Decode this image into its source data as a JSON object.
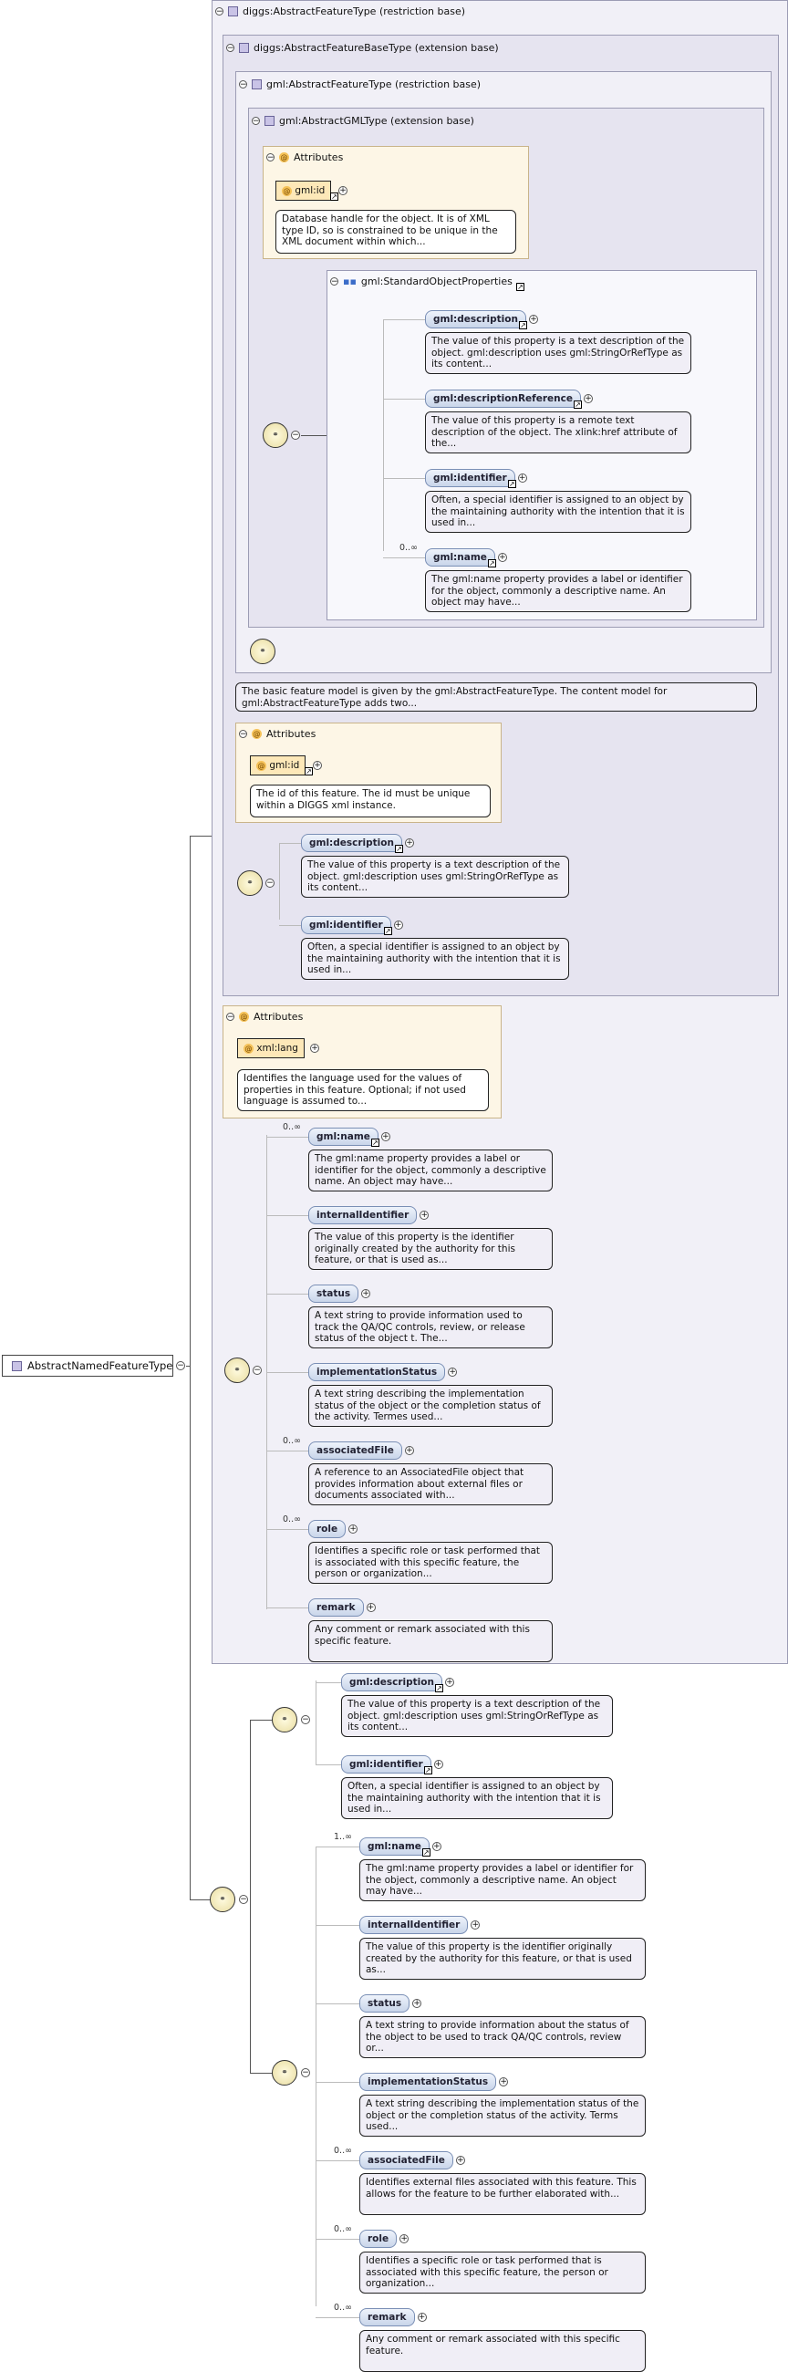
{
  "root": {
    "label": "AbstractNamedFeatureType"
  },
  "boxes": {
    "diggs_abstract_feature": "diggs:AbstractFeatureType (restriction base)",
    "diggs_abstract_feature_base": "diggs:AbstractFeatureBaseType (extension base)",
    "gml_abstract_feature": "gml:AbstractFeatureType (restriction base)",
    "gml_abstract_gml": "gml:AbstractGMLType (extension base)",
    "std_props": "gml:StandardObjectProperties",
    "attributes": "Attributes"
  },
  "gml_attrs": {
    "id": "gml:id",
    "id_desc": "Database handle for the object. It is of XML type ID, so is constrained to be unique in the XML document within which..."
  },
  "std_elems": [
    {
      "name": "gml:description",
      "desc": "The value of this property is a text description of the object. gml:description uses gml:StringOrRefType as its content..."
    },
    {
      "name": "gml:descriptionReference",
      "desc": "The value of this property is a remote text description of the object. The xlink:href attribute of the..."
    },
    {
      "name": "gml:identifier",
      "desc": "Often, a special identifier is assigned to an object by the maintaining authority with the intention that it is used in..."
    },
    {
      "name": "gml:name",
      "card": "0..∞",
      "desc": "The gml:name property provides a label or identifier for the object, commonly a descriptive name. An object may have..."
    }
  ],
  "feature_note": "The basic feature model is given by the gml:AbstractFeatureType. The content model for gml:AbstractFeatureType adds two...",
  "diggs_base_attrs": {
    "id": "gml:id",
    "id_desc": "The id of this feature. The id must be unique within a DIGGS xml instance."
  },
  "diggs_base_elems": [
    {
      "name": "gml:description",
      "desc": "The value of this property is a text description of the object. gml:description uses gml:StringOrRefType as its content..."
    },
    {
      "name": "gml:identifier",
      "desc": "Often, a special identifier is assigned to an object by the maintaining authority with the intention that it is used in..."
    }
  ],
  "diggs_attrs": {
    "lang": "xml:lang",
    "lang_desc": "Identifies the language used for the values of properties in this feature. Optional; if not used language is assumed to..."
  },
  "diggs_elems": [
    {
      "name": "gml:name",
      "card": "0..∞",
      "desc": "The gml:name property provides a label or identifier for the object, commonly a descriptive name. An object may have..."
    },
    {
      "name": "internalIdentifier",
      "desc": "The value of this property is the identifier originally created by the authority for this feature, or that is used as..."
    },
    {
      "name": "status",
      "desc": "A text string to provide information used to track the QA/QC controls, review, or release status of the object t. The..."
    },
    {
      "name": "implementationStatus",
      "desc": "A text string describing the implementation status of the object or the completion status of the activity. Termes used..."
    },
    {
      "name": "associatedFile",
      "card": "0..∞",
      "desc": "A reference to an AssociatedFile object that provides information about external files or documents associated with..."
    },
    {
      "name": "role",
      "card": "0..∞",
      "desc": "Identifies a specific role or task performed that is associated with this specific feature, the person or organization..."
    },
    {
      "name": "remark",
      "desc": "Any comment or remark associated with this specific feature."
    }
  ],
  "outer_elems_a": [
    {
      "name": "gml:description",
      "desc": "The value of this property is a text description of the object. gml:description uses gml:StringOrRefType as its content..."
    },
    {
      "name": "gml:identifier",
      "desc": "Often, a special identifier is assigned to an object by the maintaining authority with the intention that it is used in..."
    }
  ],
  "outer_elems_b": [
    {
      "name": "gml:name",
      "card": "1..∞",
      "desc": "The gml:name property provides a label or identifier for the object, commonly a descriptive name. An object may have..."
    },
    {
      "name": "internalIdentifier",
      "desc": "The value of this property is the identifier originally created by the authority for this feature, or that is used as..."
    },
    {
      "name": "status",
      "desc": "A text string to provide information about the status of the object to be used to track QA/QC controls, review or..."
    },
    {
      "name": "implementationStatus",
      "desc": "A text string describing the implementation status of the object or the completion status of the activity. Terms used..."
    },
    {
      "name": "associatedFile",
      "card": "0..∞",
      "desc": "Identifies external files associated with this feature. This allows for the feature to be further elaborated with..."
    },
    {
      "name": "role",
      "card": "0..∞",
      "desc": "Identifies a specific role or task performed that is associated with this specific feature, the person or organization..."
    },
    {
      "name": "remark",
      "card": "0..∞",
      "desc": "Any comment or remark associated with this specific feature."
    }
  ],
  "icons": {
    "sequence": "sequence-compositor-icon",
    "attribute": "attribute-icon",
    "type": "complex-type-icon",
    "group": "group-icon",
    "link": "link-arrow-icon"
  }
}
